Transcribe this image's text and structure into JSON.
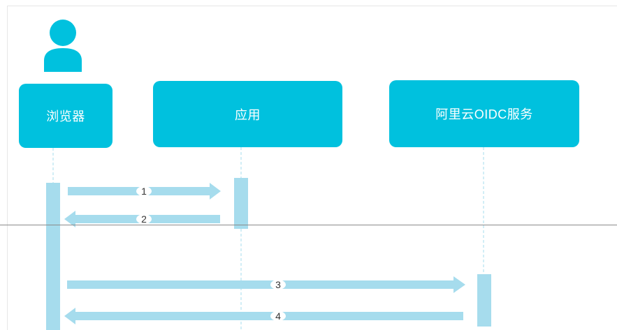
{
  "actors": {
    "browser": "浏览器",
    "app": "应用",
    "oidc": "阿里云OIDC服务"
  },
  "steps": [
    "1",
    "2",
    "3",
    "4"
  ],
  "colors": {
    "actor_fill": "#00c1de",
    "lifeline": "#a6dced",
    "arrow": "#a6dced",
    "label_text": "#ffffff"
  },
  "icons": {
    "user": "user-icon"
  }
}
